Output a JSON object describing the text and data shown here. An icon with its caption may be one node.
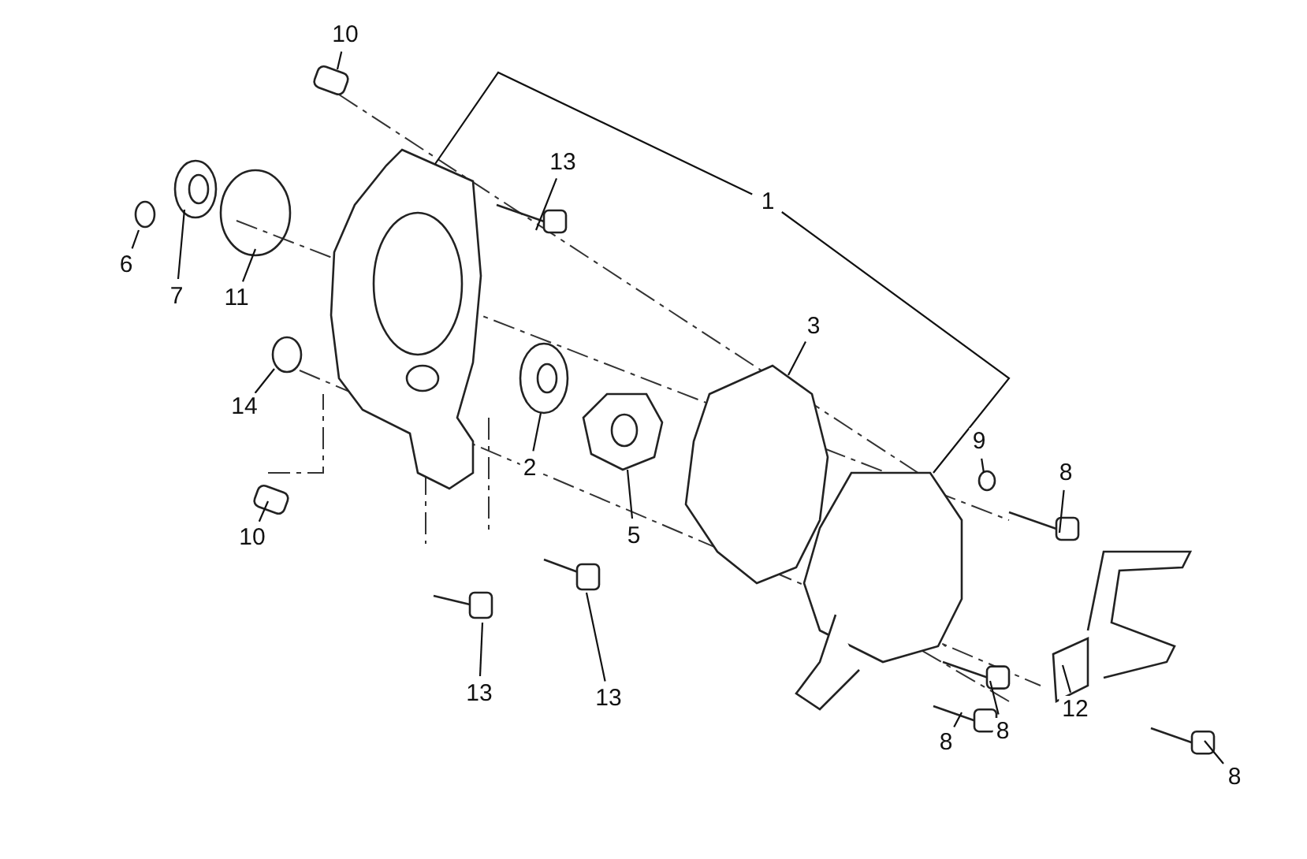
{
  "diagram": {
    "nodes": [
      {
        "text": [
          "10"
        ]
      },
      {
        "text": [
          "1"
        ]
      },
      {
        "text": [
          "13"
        ]
      },
      {
        "text": [
          "6"
        ]
      },
      {
        "text": [
          "7"
        ]
      },
      {
        "text": [
          "11"
        ]
      },
      {
        "text": [
          "3"
        ]
      },
      {
        "text": [
          "14"
        ]
      },
      {
        "text": [
          "2"
        ]
      },
      {
        "text": [
          "9"
        ]
      },
      {
        "text": [
          "8"
        ]
      },
      {
        "text": [
          "5"
        ]
      },
      {
        "text": [
          "10"
        ]
      },
      {
        "text": [
          "13"
        ]
      },
      {
        "text": [
          "13"
        ]
      },
      {
        "text": [
          "8"
        ]
      },
      {
        "text": [
          "8"
        ]
      },
      {
        "text": [
          "12"
        ]
      },
      {
        "text": [
          "8"
        ]
      }
    ],
    "edges": [
      {
        "from": 0,
        "to": null,
        "arrow": "none"
      },
      {
        "from": 1,
        "to": null,
        "arrow": "none"
      },
      {
        "from": 1,
        "to": null,
        "arrow": "none"
      },
      {
        "from": 2,
        "to": null,
        "arrow": "none"
      },
      {
        "from": 3,
        "to": null,
        "arrow": "none"
      },
      {
        "from": 4,
        "to": null,
        "arrow": "none"
      },
      {
        "from": 5,
        "to": null,
        "arrow": "none"
      },
      {
        "from": 6,
        "to": null,
        "arrow": "none"
      },
      {
        "from": 7,
        "to": null,
        "arrow": "none"
      },
      {
        "from": 8,
        "to": null,
        "arrow": "none"
      },
      {
        "from": 9,
        "to": null,
        "arrow": "none"
      },
      {
        "from": 10,
        "to": null,
        "arrow": "none"
      },
      {
        "from": 11,
        "to": null,
        "arrow": "none"
      },
      {
        "from": 12,
        "to": null,
        "arrow": "none"
      },
      {
        "from": 13,
        "to": null,
        "arrow": "none"
      },
      {
        "from": 14,
        "to": null,
        "arrow": "none"
      },
      {
        "from": 15,
        "to": null,
        "arrow": "none"
      },
      {
        "from": 16,
        "to": null,
        "arrow": "none"
      },
      {
        "from": 17,
        "to": null,
        "arrow": "none"
      },
      {
        "from": 18,
        "to": null,
        "arrow": "none"
      }
    ]
  }
}
